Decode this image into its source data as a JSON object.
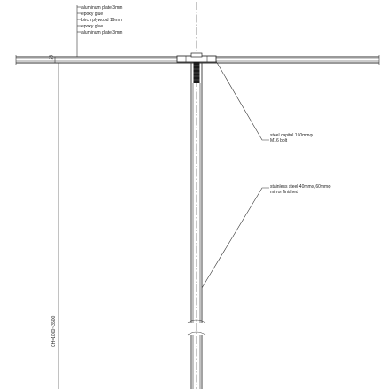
{
  "layers": [
    "aluminum plate  3mm",
    "epoxy glue",
    "birch plywood  19mm",
    "epoxy glue",
    "aluminum plate  3mm"
  ],
  "callouts": {
    "capital_line1": "steel capital  150mmφ",
    "capital_line2": "M16 bolt",
    "column_line1": "stainless steel 40mmφ,60mmφ",
    "column_line2": "mirror finished"
  },
  "dimension": {
    "height": "CH=1000~3500",
    "slab": "25"
  }
}
